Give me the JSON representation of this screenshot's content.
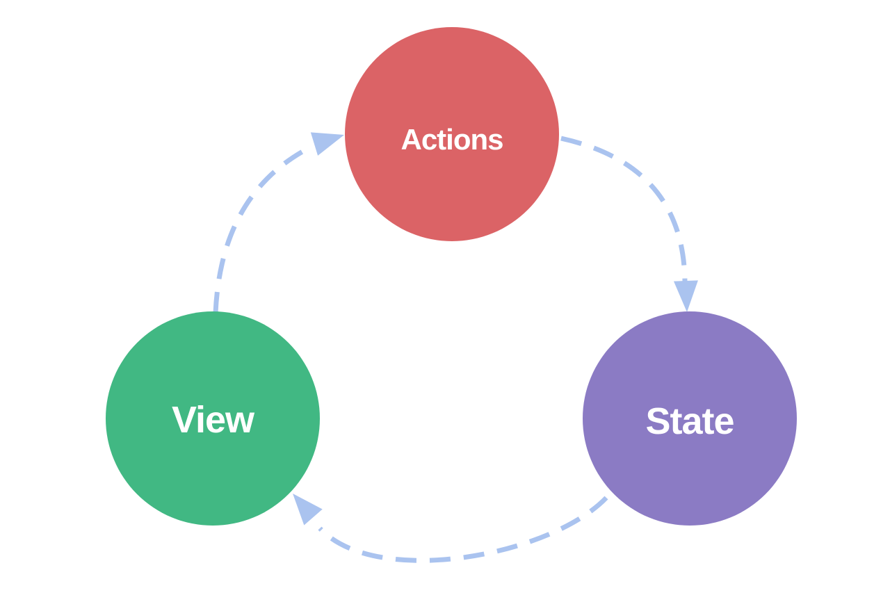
{
  "diagram": {
    "background_color": "#ffffff",
    "nodes": {
      "actions": {
        "label": "Actions",
        "color": "#db6366",
        "text_color": "#ffffff"
      },
      "state": {
        "label": "State",
        "color": "#8b7bc4",
        "text_color": "#ffffff"
      },
      "view": {
        "label": "View",
        "color": "#41b883",
        "text_color": "#ffffff"
      }
    },
    "arrows": {
      "color": "#aac3ef",
      "style": "dashed",
      "items": [
        {
          "name": "view-to-actions",
          "from": "View",
          "to": "Actions"
        },
        {
          "name": "actions-to-state",
          "from": "Actions",
          "to": "State"
        },
        {
          "name": "state-to-view",
          "from": "State",
          "to": "View"
        }
      ]
    }
  }
}
